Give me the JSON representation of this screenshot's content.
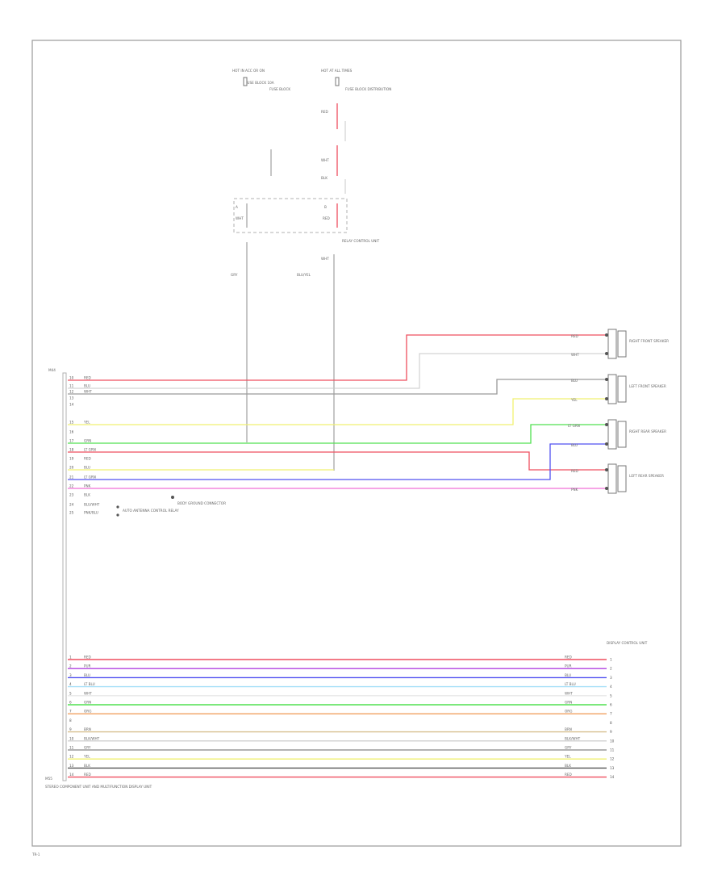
{
  "page": {
    "footer_code": "TR-1"
  },
  "colors": {
    "red": "#ef4f5f",
    "pink": "#f06fd8",
    "blue": "#5050f0",
    "purple": "#b040e0",
    "green": "#50e050",
    "yellow": "#f0f070",
    "lightblue": "#a8e0f8",
    "orange": "#f0a060",
    "gray": "#9a9a9a",
    "lightgray": "#d0d0d0",
    "black": "#555555",
    "white": "#e8e8e8"
  },
  "top_blocks": {
    "fuse_left": "HOT IN ACC OR ON",
    "fuse_left_sub": "FUSE BLOCK 10A",
    "fuse_left_note": "FUSE BLOCK",
    "fuse_right": "HOT AT ALL TIMES",
    "fuse_right_note": "FUSE BLOCK DISTRIBUTION",
    "relay_label": "RELAY CONTROL UNIT",
    "wire_gy": "GRY",
    "wire_bluys": "BLU/YEL",
    "wire_wht": "WHT",
    "wire_red": "RED",
    "wire_blk": "BLK",
    "pin_a": "A",
    "pin_b": "B"
  },
  "speakers": [
    {
      "name": "RIGHT FRONT SPEAKER",
      "wire_a": "RED",
      "wire_b": "WHT"
    },
    {
      "name": "LEFT FRONT SPEAKER",
      "wire_a": "BLU",
      "wire_b": "YEL"
    },
    {
      "name": "RIGHT REAR SPEAKER",
      "wire_a": "LT GRN",
      "wire_b": "BLU"
    },
    {
      "name": "LEFT REAR SPEAKER",
      "wire_a": "RED",
      "wire_b": "PNK"
    }
  ],
  "radio_left": {
    "connector": "M44",
    "pins": [
      {
        "pin": "10",
        "color": "RED"
      },
      {
        "pin": "11",
        "color": "BLU"
      },
      {
        "pin": "12",
        "color": "WHT"
      },
      {
        "pin": "13",
        "color": ""
      },
      {
        "pin": "14",
        "color": ""
      },
      {
        "pin": "15",
        "color": "YEL"
      },
      {
        "pin": "16",
        "color": ""
      },
      {
        "pin": "17",
        "color": "GRN"
      },
      {
        "pin": "18",
        "color": "LT GRN"
      },
      {
        "pin": "19",
        "color": "RED"
      },
      {
        "pin": "20",
        "color": "BLU"
      },
      {
        "pin": "21",
        "color": "LT GRN"
      },
      {
        "pin": "22",
        "color": "PNK"
      },
      {
        "pin": "23",
        "color": "BLK"
      },
      {
        "pin": "24",
        "color": "BLU/WHT"
      },
      {
        "pin": "25",
        "color": "PNK/BLU"
      }
    ],
    "ground_label": "BODY GROUND CONNECTOR",
    "antenna_label": "AUTO ANTENNA CONTROL RELAY",
    "note_bottom": "STEREO COMPONENT UNIT AND MULTIFUNCTION DISPLAY UNIT"
  },
  "bus": {
    "connector": "M55",
    "right_label": "DISPLAY CONTROL UNIT",
    "rows": [
      {
        "pin": "1",
        "color": "RED",
        "end": "RED"
      },
      {
        "pin": "2",
        "color": "PUR",
        "end": "PUR"
      },
      {
        "pin": "3",
        "color": "BLU",
        "end": "BLU"
      },
      {
        "pin": "4",
        "color": "LT BLU",
        "end": "LT BLU"
      },
      {
        "pin": "5",
        "color": "WHT",
        "end": "WHT"
      },
      {
        "pin": "6",
        "color": "GRN",
        "end": "GRN"
      },
      {
        "pin": "7",
        "color": "ORG",
        "end": "ORG"
      },
      {
        "pin": "8",
        "color": "",
        "end": ""
      },
      {
        "pin": "9",
        "color": "BRN",
        "end": "BRN"
      },
      {
        "pin": "10",
        "color": "BLK/WHT",
        "end": "BLK/WHT"
      },
      {
        "pin": "11",
        "color": "GRY",
        "end": "GRY"
      },
      {
        "pin": "12",
        "color": "YEL",
        "end": "YEL"
      },
      {
        "pin": "13",
        "color": "BLK",
        "end": "BLK"
      },
      {
        "pin": "14",
        "color": "RED",
        "end": "RED"
      }
    ]
  }
}
